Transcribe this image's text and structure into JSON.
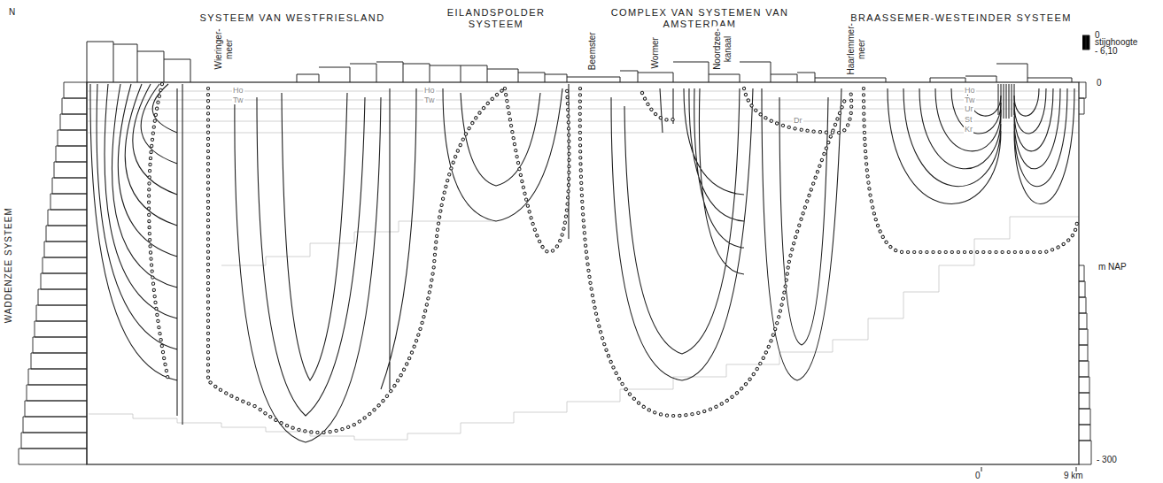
{
  "diagram": {
    "labels": [
      "N",
      "SYSTEEM VAN WESTFRIESLAND",
      "EILANDSPOLDER SYSTEEM",
      "COMPLEX VAN SYSTEMEN VAN AMSTERDAM",
      "BRAASSEMER-WESTEINDER SYSTEEM",
      "WADDENZEE SYSTEEM",
      "Wieringer-meer",
      "Beemster",
      "Wormer",
      "Noordzee-kanaal",
      "Haarlemmer-meer",
      "0",
      "stijghoogte",
      "- 6,10",
      "0",
      "m NAP",
      "- 300",
      "0",
      "9 km",
      "Ho",
      "Tw",
      "Ho",
      "Tw",
      "Dr",
      "Ho",
      "Tw",
      "Ur",
      "St",
      "Kr"
    ]
  }
}
